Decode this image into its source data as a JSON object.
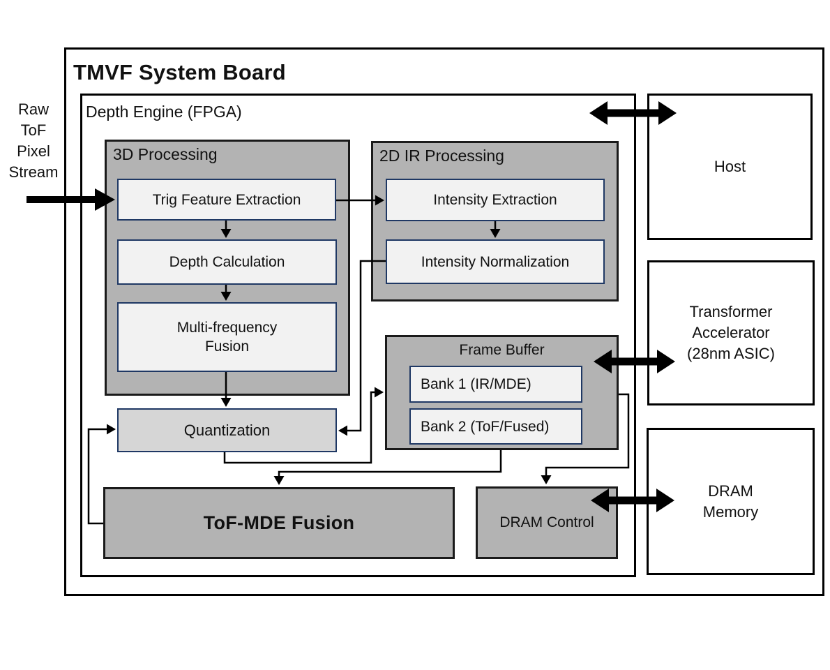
{
  "diagram": {
    "title": "TMVF System Board",
    "depth_engine_label": "Depth Engine (FPGA)",
    "input_stream_label_lines": [
      "Raw",
      "ToF",
      "Pixel",
      "Stream"
    ],
    "blocks": {
      "processing_3d": {
        "label": "3D Processing",
        "trig_feature_extraction": "Trig Feature Extraction",
        "depth_calculation": "Depth Calculation",
        "multi_frequency_fusion": "Multi-frequency Fusion"
      },
      "processing_2d": {
        "label": "2D IR Processing",
        "intensity_extraction": "Intensity Extraction",
        "intensity_normalization": "Intensity Normalization"
      },
      "frame_buffer": {
        "label": "Frame Buffer",
        "bank1": "Bank 1 (IR/MDE)",
        "bank2": "Bank 2 (ToF/Fused)"
      },
      "quantization": "Quantization",
      "tof_mde_fusion": "ToF-MDE Fusion",
      "dram_control": "DRAM Control"
    },
    "external": {
      "host": "Host",
      "transformer_accelerator": "Transformer Accelerator (28nm ASIC)",
      "dram_memory": "DRAM Memory"
    },
    "colors": {
      "container_fill": "#b3b3b3",
      "block_fill": "#f2f2f2",
      "quantization_fill": "#d6d6d6",
      "block_border": "#1f3864",
      "line": "#000000"
    }
  }
}
